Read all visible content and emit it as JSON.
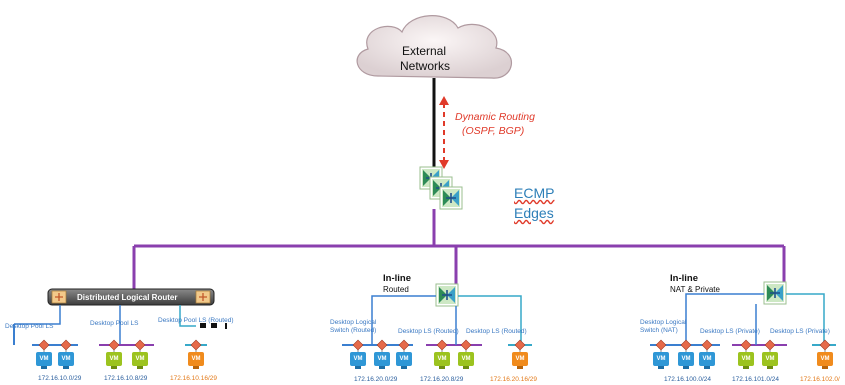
{
  "cloud": {
    "line1": "External",
    "line2": "Networks"
  },
  "routing": {
    "line1": "Dynamic Routing",
    "line2": "(OSPF, BGP)"
  },
  "ecmp": {
    "line1": "ECMP",
    "line2": "Edges"
  },
  "dlr": {
    "label": "Distributed Logical Router"
  },
  "inline_routed": {
    "title": "In-line",
    "subtitle": "Routed"
  },
  "inline_nat": {
    "title": "In-line",
    "subtitle": "NAT & Private"
  },
  "switch_labels": {
    "dp_ls_1": "Desktop Pool LS",
    "dp_ls_2": "Desktop Pool LS",
    "dp_ls_routed_1": "Desktop Pool LS (Routed)",
    "dls_routed_a": "Desktop Logical",
    "dls_routed_b": "Switch (Routed)",
    "dls_routed_2": "Desktop LS (Routed)",
    "dls_routed_3": "Desktop LS (Routed)",
    "dls_nat_a": "Desktop Logical",
    "dls_nat_b": "Switch (NAT)",
    "dls_private_1": "Desktop LS (Private)",
    "dls_private_2": "Desktop LS (Private)"
  },
  "subnets": {
    "s1": "172.16.10.0/29",
    "s2": "172.16.10.8/29",
    "s3": "172.16.10.16/29",
    "s4": "172.16.20.0/29",
    "s5": "172.16.20.8/29",
    "s6": "172.16.20.16/29",
    "s7": "172.16.100.0/24",
    "s8": "172.16.101.0/24",
    "s9": "172.16.102.0/"
  },
  "vm_label": "VM",
  "colors": {
    "purple": "#8a3fae",
    "blue_line": "#3a7fd0",
    "teal_line": "#37a9c9",
    "vm_blue": "#2f97d6",
    "vm_green": "#9cc31f",
    "vm_orange": "#f08b1d",
    "red": "#e03a2a"
  }
}
